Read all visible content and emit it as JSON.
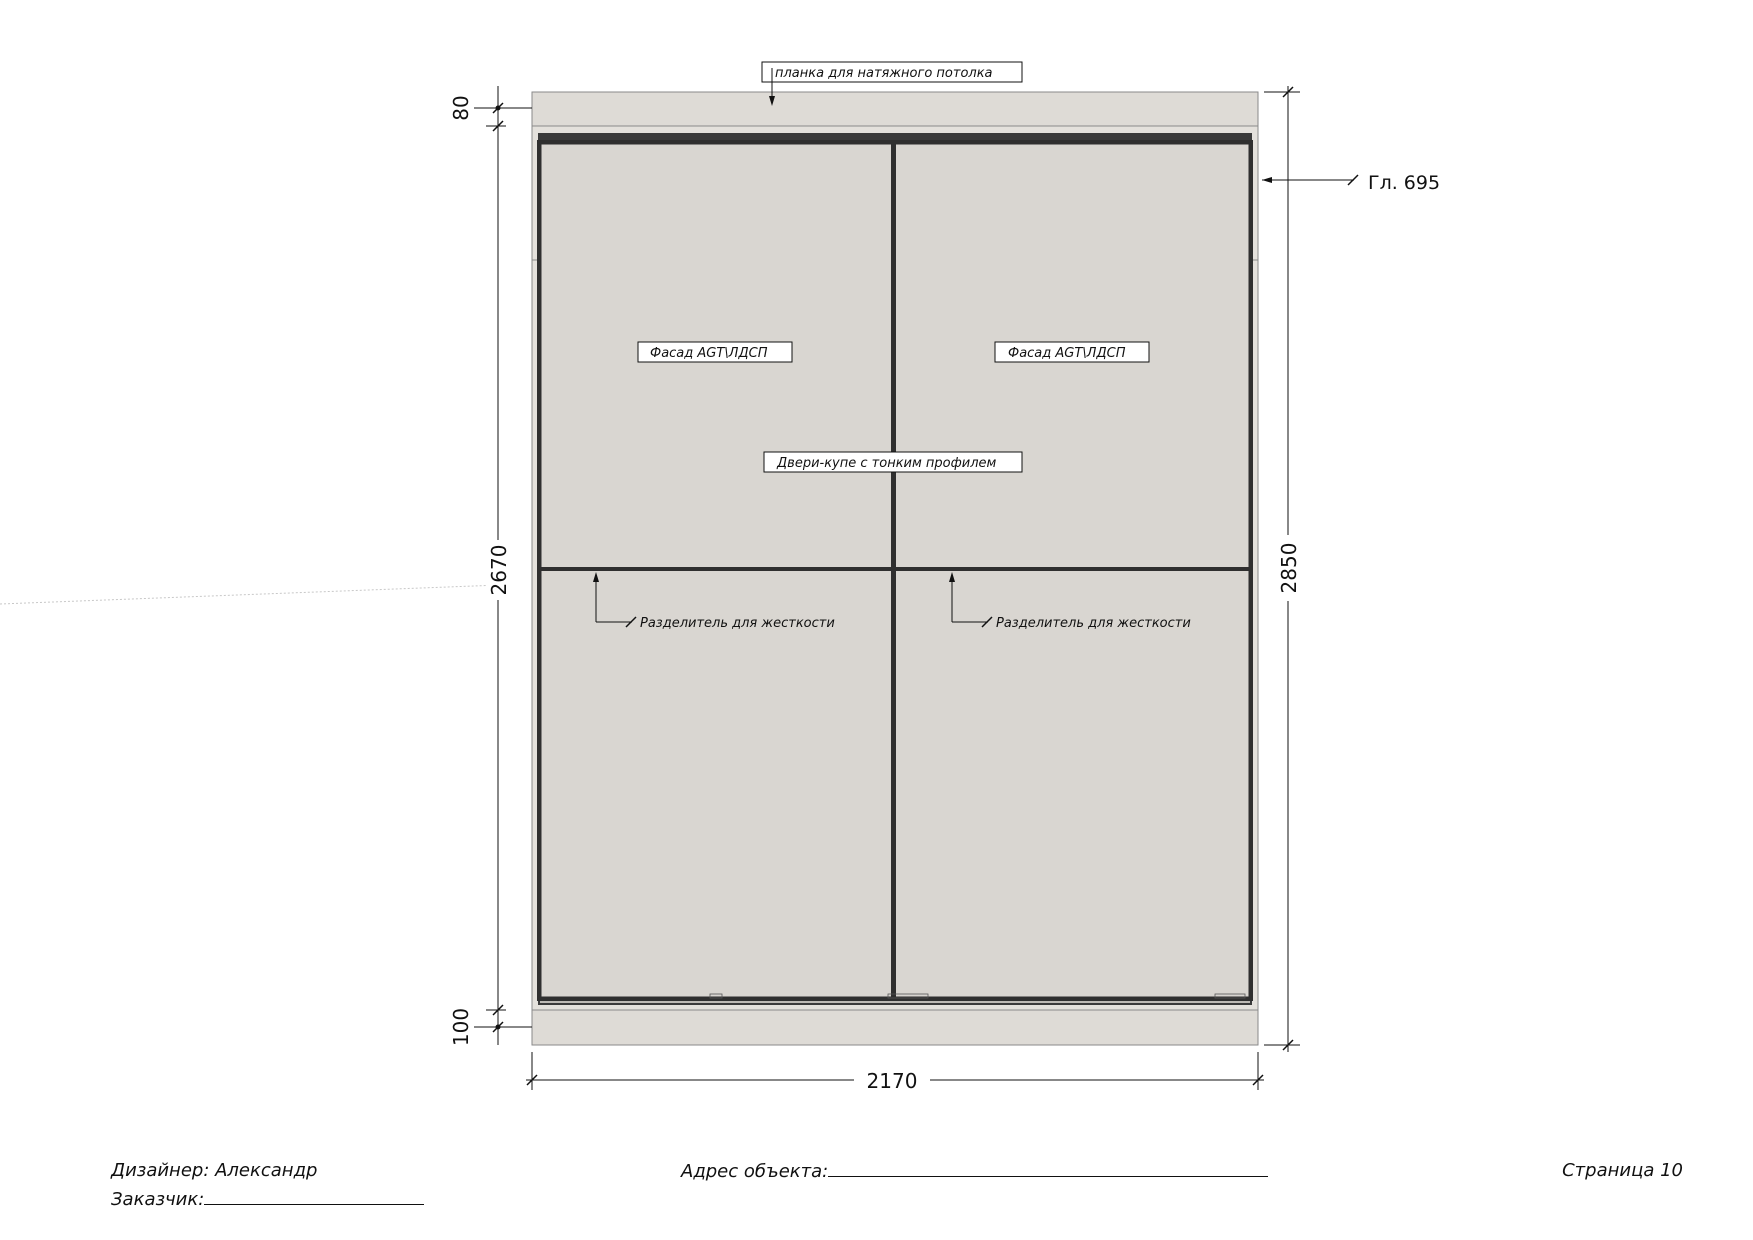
{
  "annotations": {
    "ceiling_strip": "планка для натяжного потолка",
    "facade_left": "Фасад AGT\\ЛДСП",
    "facade_right": "Фасад AGT\\ЛДСП",
    "doors": "Двери-купе с тонким профилем",
    "divider_left": "Разделитель для жесткости",
    "divider_right": "Разделитель для жесткости",
    "depth": "Гл. 695"
  },
  "dimensions": {
    "top_strip": "80",
    "doors_height": "2670",
    "bottom_strip": "100",
    "total_height": "2850",
    "total_width": "2170"
  },
  "footer": {
    "designer": "Дизайнер: Александр",
    "customer_label": "Заказчик:",
    "address_label": "Адрес объекта:",
    "page": "Страница 10"
  },
  "colors": {
    "panel_fill": "#d9d6d1",
    "strip_fill": "#dedbd6",
    "frame": "#2f2f2f"
  }
}
